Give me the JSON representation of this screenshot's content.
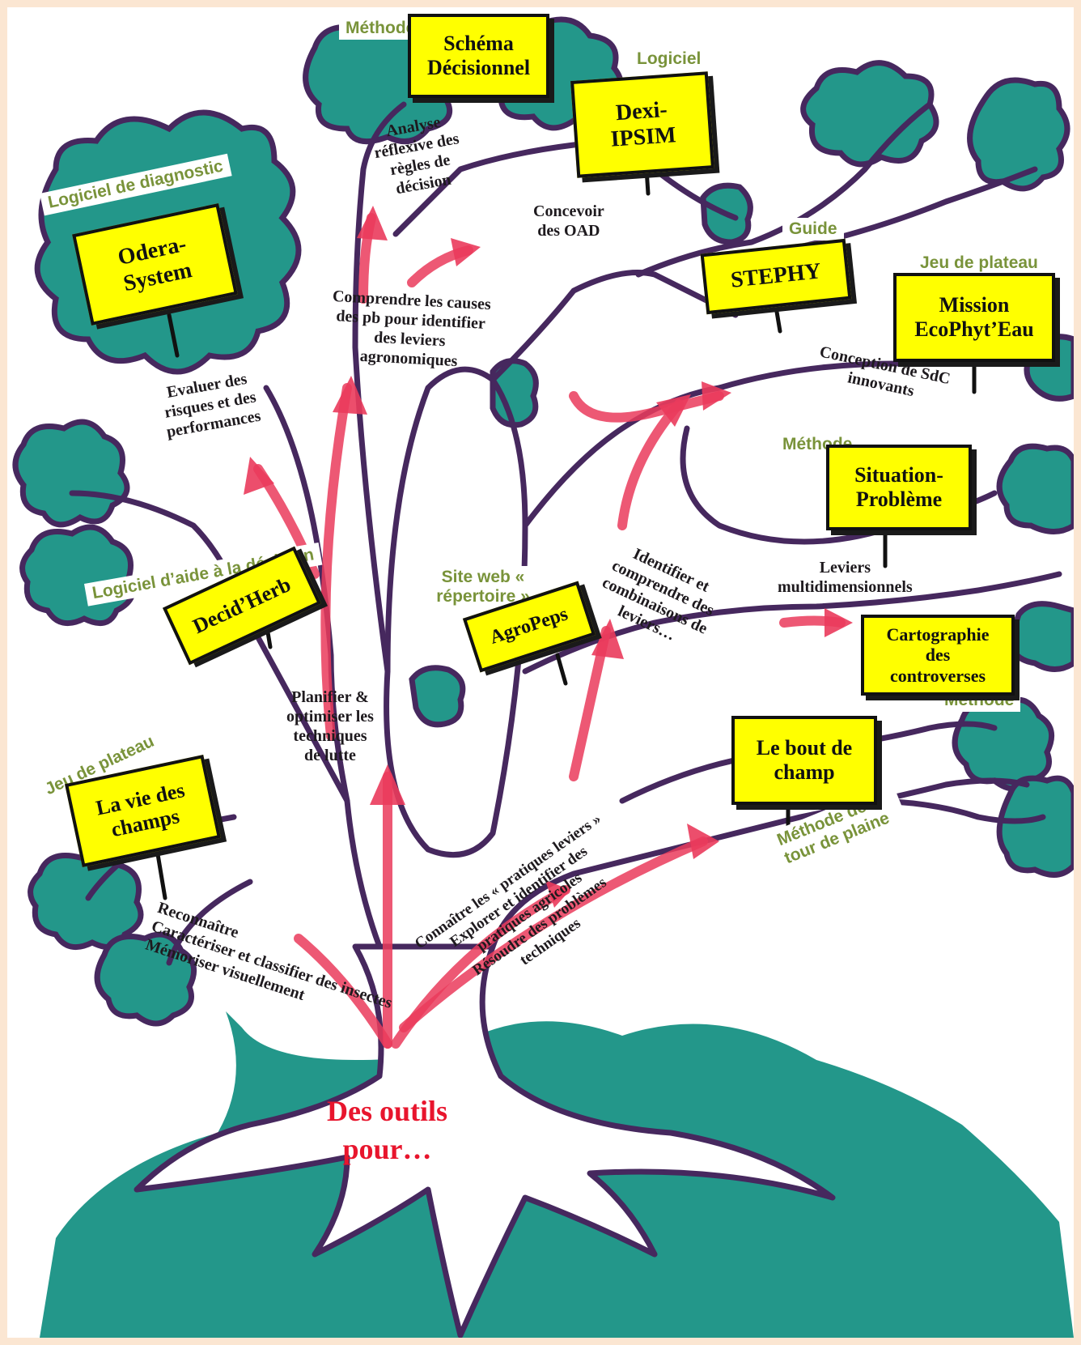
{
  "center_title": [
    "Des outils",
    "pour…"
  ],
  "tools": [
    {
      "id": "schema",
      "name": [
        "Schéma",
        "Décisionnel"
      ],
      "type": "Méthode"
    },
    {
      "id": "dexi",
      "name": [
        "Dexi-",
        "IPSIM"
      ],
      "type": "Logiciel"
    },
    {
      "id": "odera",
      "name": [
        "Odera-",
        "System"
      ],
      "type": "Logiciel de diagnostic"
    },
    {
      "id": "stephy",
      "name": [
        "STEPHY"
      ],
      "type": "Guide"
    },
    {
      "id": "mission",
      "name": [
        "Mission",
        "EcoPhyt’Eau"
      ],
      "type": "Jeu de plateau"
    },
    {
      "id": "situation",
      "name": [
        "Situation-",
        "Problème"
      ],
      "type": "Méthode"
    },
    {
      "id": "decid",
      "name": [
        "Decid’Herb"
      ],
      "type": "Logiciel d’aide à la décision"
    },
    {
      "id": "agropeps",
      "name": [
        "AgroPeps"
      ],
      "type": "Site web « répertoire »"
    },
    {
      "id": "cartographie",
      "name": [
        "Cartographie",
        "des",
        "controverses"
      ],
      "type": "Méthode"
    },
    {
      "id": "bout",
      "name": [
        "Le bout de",
        "champ"
      ],
      "type": "Méthode de tour de plaine"
    },
    {
      "id": "vie",
      "name": [
        "La vie des",
        "champs"
      ],
      "type": "Jeu de plateau"
    }
  ],
  "purposes": {
    "analyse": [
      "Analyse",
      "réflexive des",
      "règles de",
      "décision"
    ],
    "concevoir": [
      "Concevoir",
      "des OAD"
    ],
    "comprendre": [
      "Comprendre les causes",
      "des pb pour identifier",
      "des leviers",
      "agronomiques"
    ],
    "evaluer": [
      "Evaluer des",
      "risques et des",
      "performances"
    ],
    "conception": [
      "Conception de SdC",
      "innovants"
    ],
    "leviers": [
      "Leviers",
      "multidimensionnels"
    ],
    "identifier": [
      "Identifier et",
      "comprendre des",
      "combinaisons de",
      "leviers…"
    ],
    "planifier": [
      "Planifier &",
      "optimiser les",
      "techniques",
      "de lutte"
    ],
    "reconnaitre": [
      "Reconnaître",
      "Caractériser et classifier des insectes",
      "Mémoriser visuellement"
    ],
    "connaitre": [
      "Connaître les « pratiques leviers »",
      "Explorer et identifier des",
      "pratiques agricoles",
      "Résoudre des problèmes",
      "techniques"
    ]
  },
  "colors": {
    "foliage": "#23978a",
    "outline": "#46285e",
    "arrow": "#ea3b5c",
    "sign": "#ffff00",
    "tag_text": "#79933a",
    "title": "#e8152d"
  }
}
